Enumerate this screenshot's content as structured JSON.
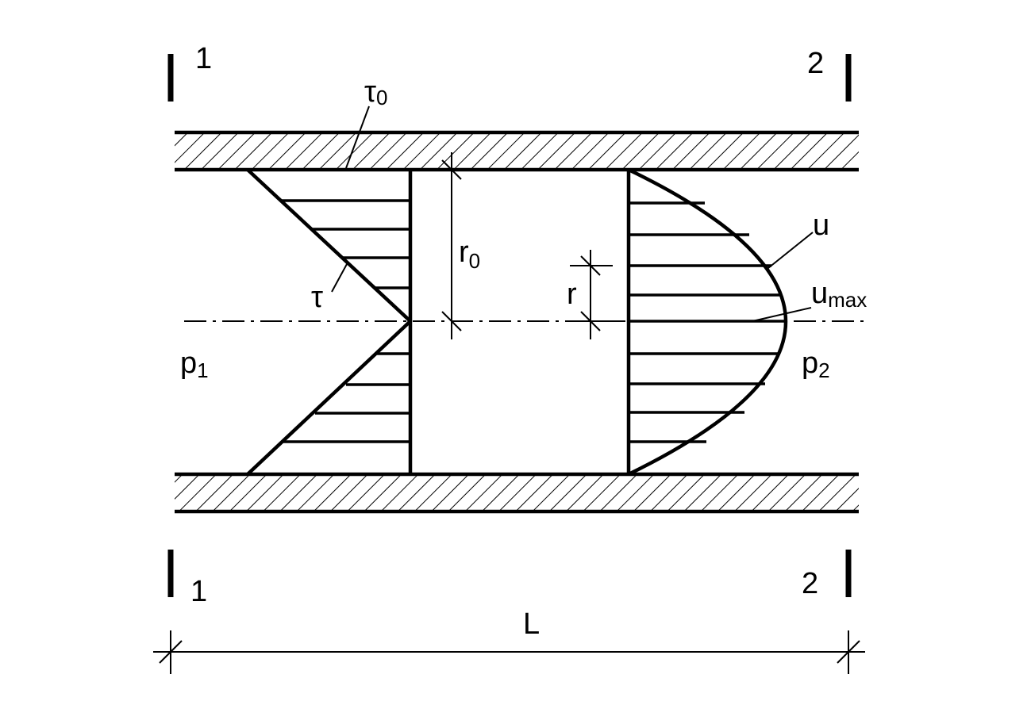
{
  "labels": {
    "section_1_top": "1",
    "section_2_top": "2",
    "section_1_bottom": "1",
    "section_2_bottom": "2",
    "wall_stress_base": "τ",
    "wall_stress_sub": "0",
    "shear_stress": "τ",
    "radius_base": "r",
    "radius_sub": "0",
    "local_radius": "r",
    "velocity": "u",
    "max_velocity_base": "u",
    "max_velocity_sub": "max",
    "pressure_1_base": "p",
    "pressure_1_sub": "1",
    "pressure_2_base": "p",
    "pressure_2_sub": "2",
    "length": "L"
  },
  "colors": {
    "ink": "#000000",
    "background": "#ffffff"
  }
}
